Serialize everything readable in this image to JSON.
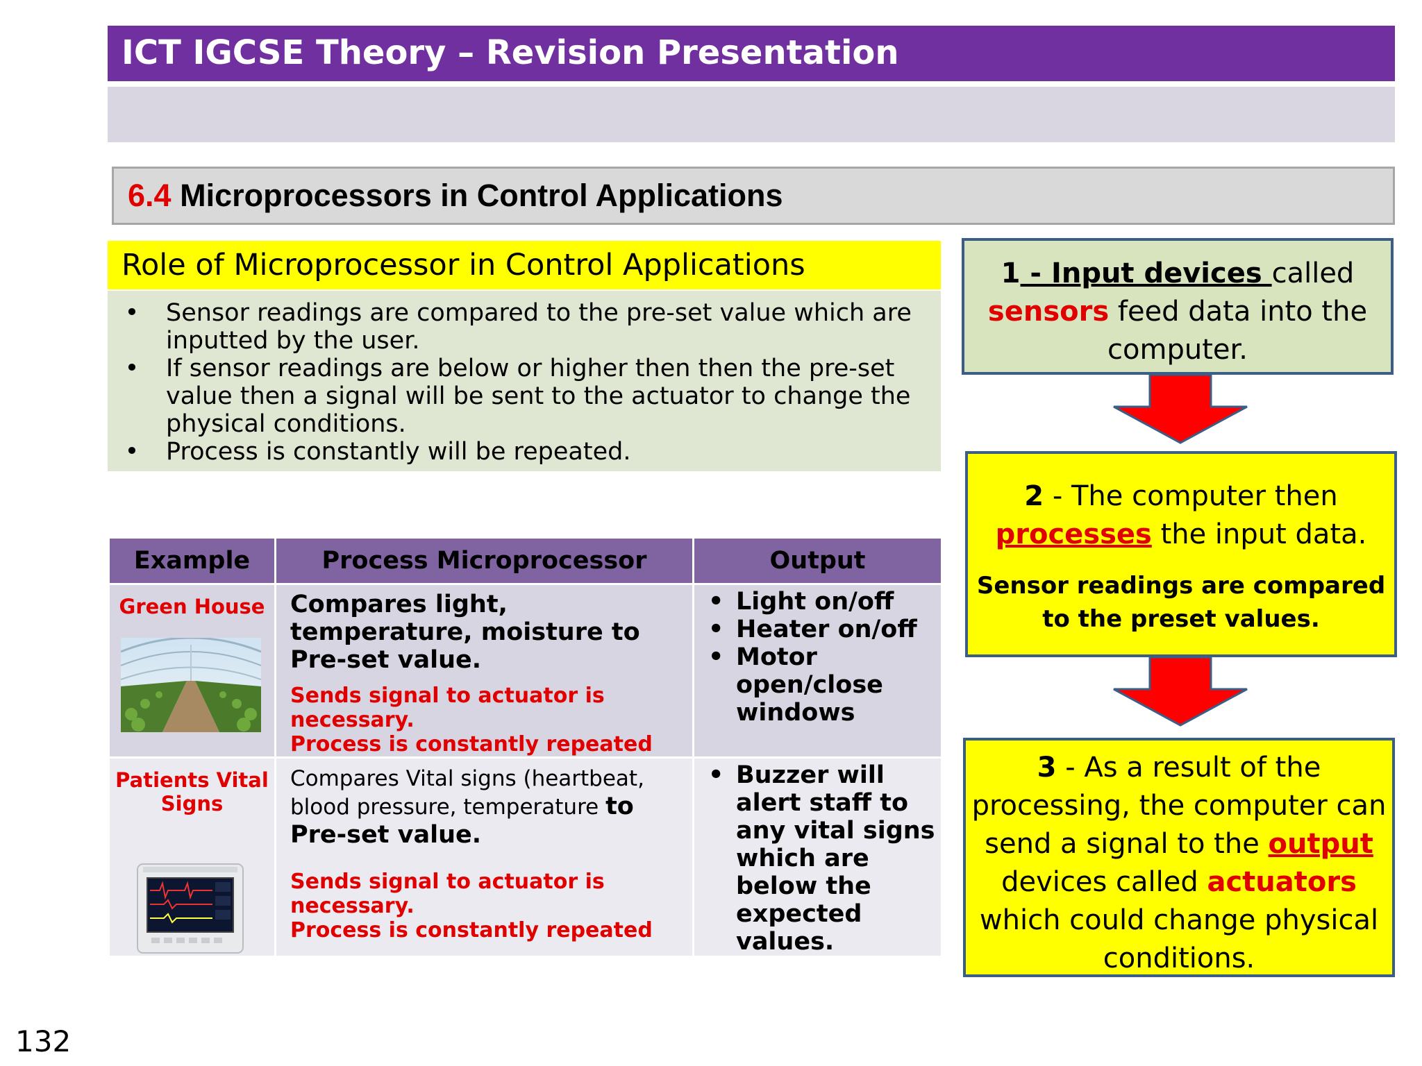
{
  "header": {
    "title": "ICT IGCSE Theory – Revision Presentation"
  },
  "section": {
    "number": "6.4",
    "title": "Microprocessors in Control Applications"
  },
  "role": {
    "heading": "Role of Microprocessor in Control Applications",
    "bullets": [
      "Sensor readings are compared to the pre-set value which are inputted by the user.",
      "If sensor readings are below or higher then then the pre-set value then a signal will be sent to the actuator to change the physical conditions.",
      "Process is constantly will be repeated."
    ]
  },
  "table": {
    "headers": [
      "Example",
      "Process Microprocessor",
      "Output"
    ],
    "rows": [
      {
        "example": "Green House",
        "process_main": "Compares light, temperature, moisture  to Pre-set value.",
        "process_red_1": "Sends signal to actuator is necessary.",
        "process_red_2": "Process is constantly repeated",
        "outputs": [
          "Light on/off",
          "Heater on/off",
          "Motor open/close windows"
        ]
      },
      {
        "example": "Patients Vital Signs",
        "process_main_plain": "Compares Vital signs (heartbeat, blood pressure, temperature ",
        "process_main_bold": "to Pre-set value.",
        "process_red_1": "Sends signal to actuator is necessary.",
        "process_red_2": "Process is constantly repeated",
        "outputs": [
          "Buzzer will alert staff to any vital signs which are below the expected values."
        ]
      }
    ]
  },
  "flow": {
    "step1": {
      "num": "1",
      "link": " - Input devices ",
      "text_a": "called",
      "highlight": "sensors",
      "text_b": " feed data into the computer."
    },
    "step2": {
      "num": "2",
      "text_a": " - The computer then",
      "highlight": "processes",
      "text_b": " the input data.",
      "note": "Sensor readings are compared to the preset values."
    },
    "step3": {
      "num": "3",
      "text_a": " - As a result of the processing, the computer can send a signal to the ",
      "highlight_1": "output",
      "text_b": " devices called ",
      "highlight_2": "actuators",
      "text_c": " which could change physical conditions."
    }
  },
  "footer": {
    "page_number": "132"
  },
  "colors": {
    "title_bar": "#7030a0",
    "subtitle_bar": "#d9d5e1",
    "yellow": "#ffff00",
    "green_panel": "#dfe7d2",
    "table_header": "#8064a2",
    "red_text": "#e00000",
    "arrow_red": "#ff0000",
    "box_border": "#3a5e86"
  }
}
